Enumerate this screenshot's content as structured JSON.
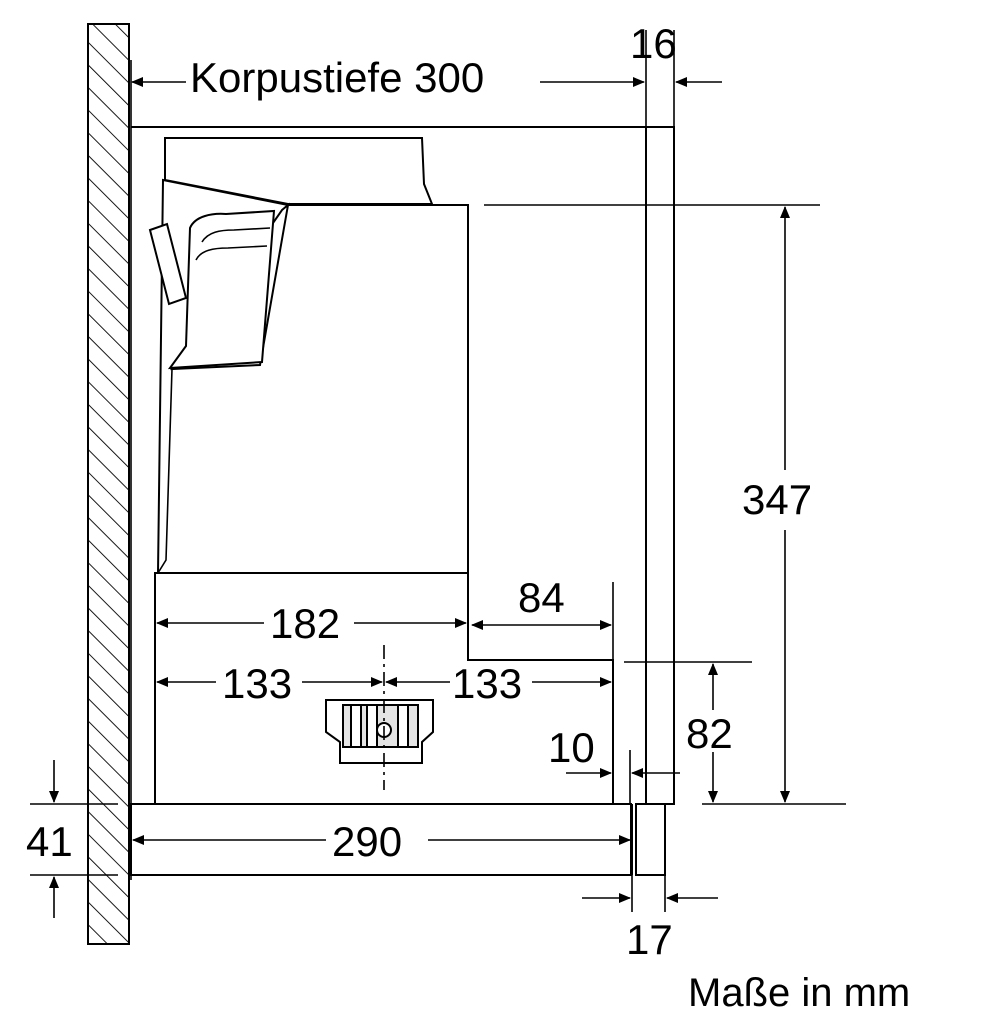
{
  "dimensions": {
    "korpustiefe": "Korpustiefe 300",
    "front_thickness_top": "16",
    "height_total": "347",
    "width_182": "182",
    "width_84": "84",
    "half_left": "133",
    "half_right": "133",
    "dim_82": "82",
    "dim_10": "10",
    "height_41": "41",
    "depth_290": "290",
    "front_thickness_bottom": "17"
  },
  "units_note": "Maße in mm",
  "colors": {
    "line": "#000000",
    "background": "#ffffff",
    "hatch": "#000000"
  }
}
